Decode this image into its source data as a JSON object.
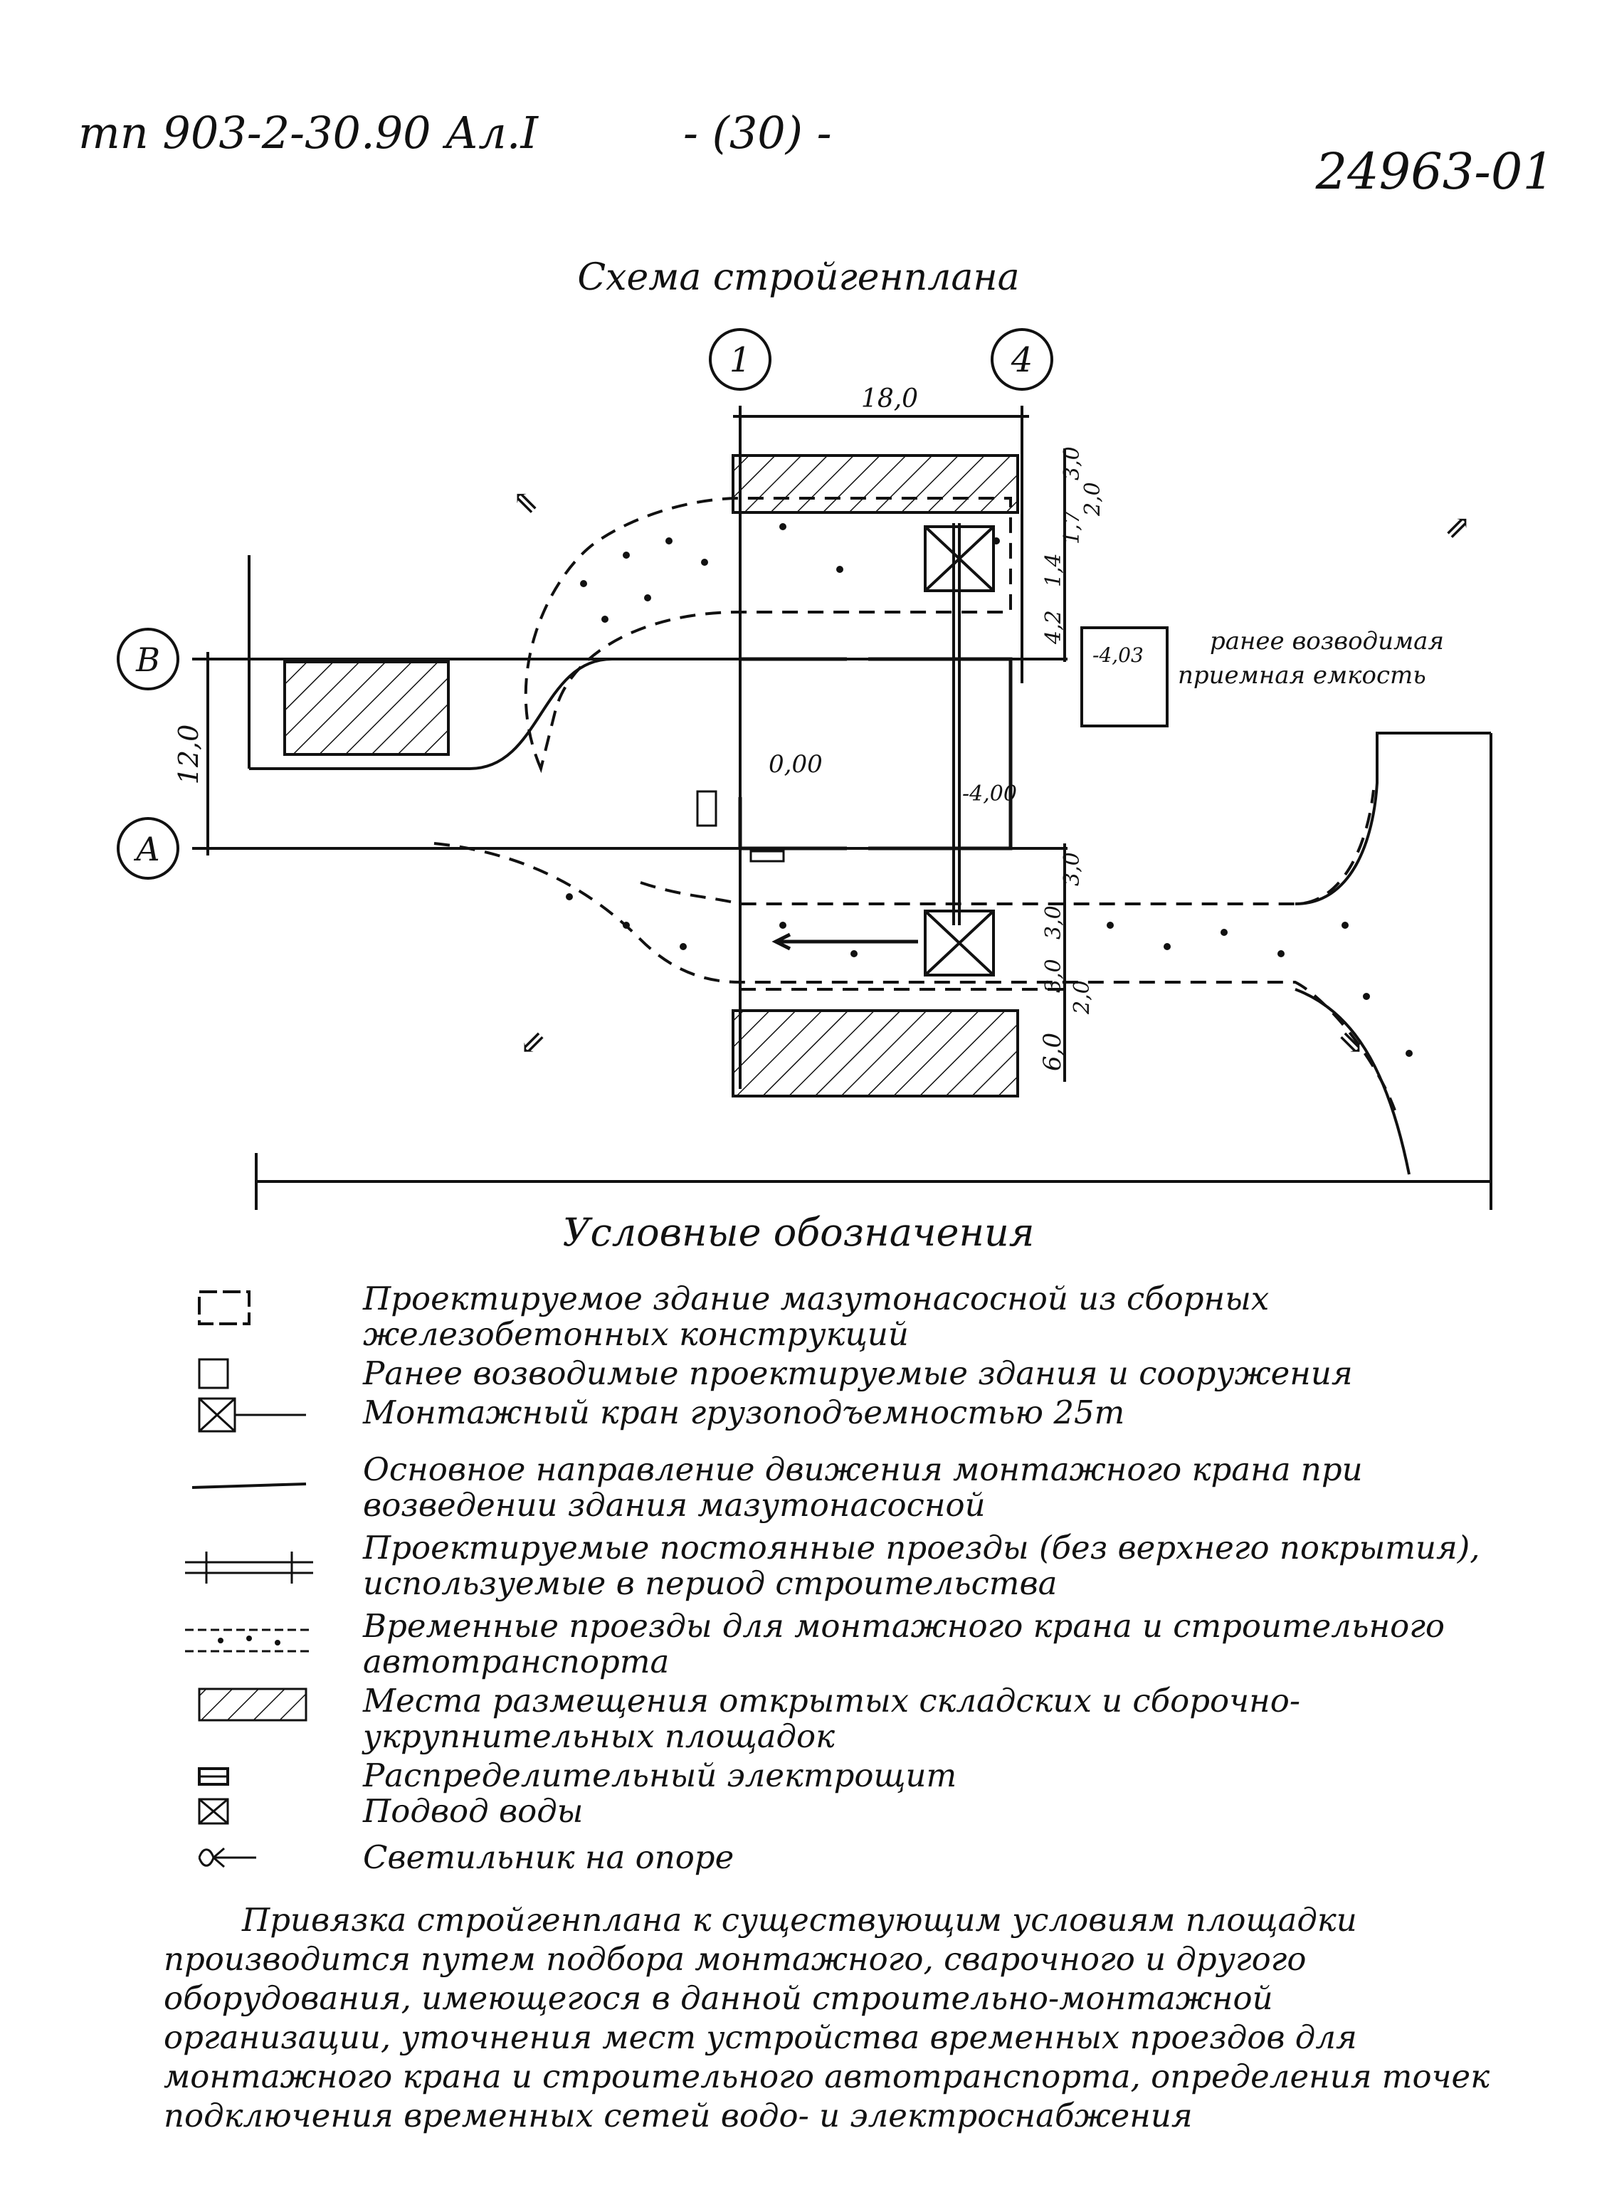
{
  "header": {
    "doc_code": "тп 903-2-30.90  Ал.I",
    "page_number": "- (30) -",
    "sheet_code": "24963-01"
  },
  "scheme": {
    "title": "Схема стройгенплана",
    "axes": {
      "axis1": "1",
      "axis4": "4",
      "axisB": "B",
      "axisA": "A"
    },
    "dimensions": {
      "between_axes_1_4": "18,0",
      "between_axes_A_B": "12,0",
      "top_stack": [
        "3,0",
        "1,7",
        "1,4",
        "2,0",
        "4,2"
      ],
      "bottom_stack": [
        "3,0",
        "3,0",
        "3,0",
        "2,0",
        "6,0"
      ]
    },
    "elevations": {
      "floor": "0,00",
      "pit_inside": "-4,00",
      "tank": "-4,03"
    },
    "tank_label_line1": "ранее возводимая",
    "tank_label_line2": "приемная емкость"
  },
  "legend": {
    "title": "Условные обозначения",
    "items": [
      "Проектируемое здание мазутонасосной из сборных железобетонных конструкций",
      "Ранее возводимые проектируемые здания и сооружения",
      "Монтажный кран грузоподъемностью 25т",
      "Основное направление движения монтажного крана при возведении здания мазутонасосной",
      "Проектируемые постоянные проезды (без верхнего покрытия), используемые в период строительства",
      "Временные проезды для монтажного крана и строительного автотранспорта",
      "Места размещения открытых складских и сборочно-укрупнительных площадок",
      "Распределительный электрощит",
      "Подвод воды",
      "Светильник на опоре"
    ]
  },
  "note": "Привязка стройгенплана к существующим условиям площадки производится путем подбора монтажного, сварочного и другого оборудования, имеющегося в данной строительно-монтажной организации, уточнения мест устройства временных проездов для монтажного крана и строительного автотранспорта, определения точек подключения временных сетей водо- и электроснабжения"
}
